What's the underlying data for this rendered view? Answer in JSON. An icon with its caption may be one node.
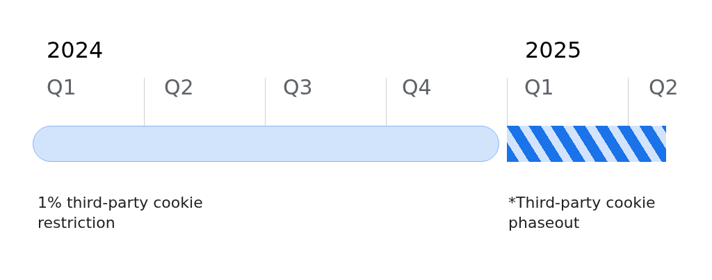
{
  "diagram": {
    "nodes": [
      {
        "text": [],
        "shape": "bar",
        "beside": [
          "1% third-party cookie restriction"
        ]
      },
      {
        "text": [],
        "shape": "bar",
        "beside": [
          "*Third-party cookie phaseout"
        ]
      }
    ],
    "labels": [
      "2024",
      "2025",
      "Q1",
      "Q2",
      "Q3",
      "Q4",
      "Q1",
      "Q2"
    ]
  }
}
